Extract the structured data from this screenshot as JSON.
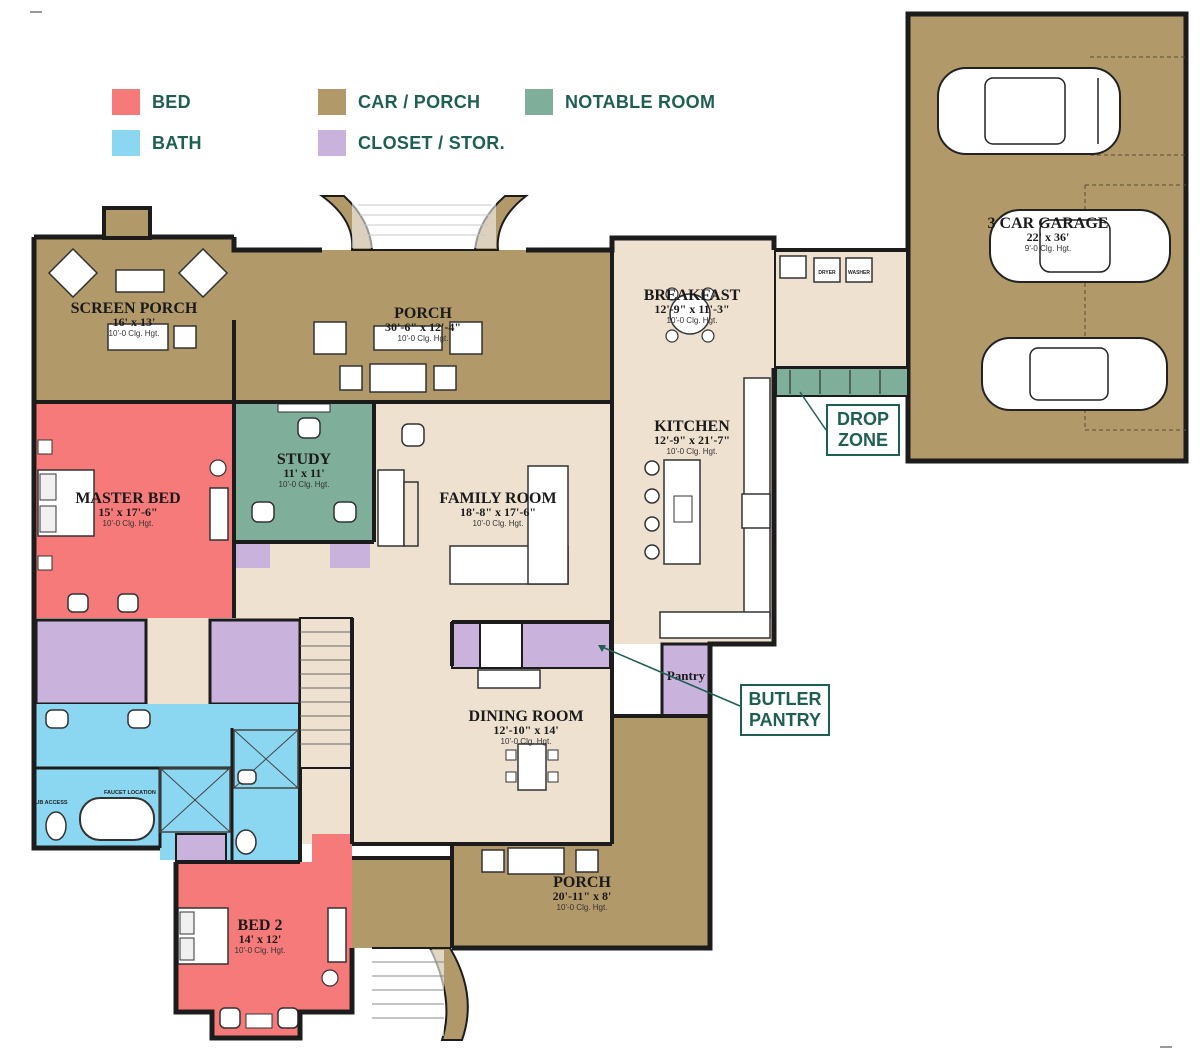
{
  "legend": [
    {
      "label": "BED",
      "color": "#f77a7a"
    },
    {
      "label": "BATH",
      "color": "#8bd7f1"
    },
    {
      "label": "CAR / PORCH",
      "color": "#b2996a"
    },
    {
      "label": "CLOSET / STOR.",
      "color": "#c9b2dc"
    },
    {
      "label": "NOTABLE ROOM",
      "color": "#7fae9a"
    }
  ],
  "colors": {
    "living": "#efe1d0",
    "wall": "#1c1c1c",
    "callout": "#1f5f53"
  },
  "rooms": {
    "screen_porch": {
      "name": "SCREEN PORCH",
      "dim": "16' x 13'",
      "hgt": "10'-0 Clg. Hgt."
    },
    "porch_rear": {
      "name": "PORCH",
      "dim": "30'-6\" x 12'-4\"",
      "hgt": "10'-0 Clg. Hgt."
    },
    "breakfast": {
      "name": "BREAKFAST",
      "dim": "12'-9\" x 11'-3\"",
      "hgt": "10'-0 Clg. Hgt."
    },
    "garage": {
      "name": "3 CAR GARAGE",
      "dim": "22' x 36'",
      "hgt": "9'-0 Clg. Hgt."
    },
    "kitchen": {
      "name": "KITCHEN",
      "dim": "12'-9\" x 21'-7\"",
      "hgt": "10'-0 Clg. Hgt."
    },
    "master_bed": {
      "name": "MASTER BED",
      "dim": "15' x 17'-6\"",
      "hgt": "10'-0 Clg. Hgt."
    },
    "study": {
      "name": "STUDY",
      "dim": "11' x 11'",
      "hgt": "10'-0 Clg. Hgt."
    },
    "family_room": {
      "name": "FAMILY ROOM",
      "dim": "18'-8\" x 17'-6\"",
      "hgt": "10'-0 Clg. Hgt."
    },
    "dining_room": {
      "name": "DINING ROOM",
      "dim": "12'-10\" x 14'",
      "hgt": "10'-0 Clg. Hgt."
    },
    "pantry": {
      "name": "Pantry"
    },
    "porch_front": {
      "name": "PORCH",
      "dim": "20'-11\" x 8'",
      "hgt": "10'-0 Clg. Hgt."
    },
    "bed2": {
      "name": "BED 2",
      "dim": "14' x 12'",
      "hgt": "10'-0 Clg. Hgt."
    }
  },
  "callouts": {
    "drop_zone": "DROP\nZONE",
    "butler_pantry": "BUTLER\nPANTRY"
  },
  "small_labels": {
    "tub_access": "TUB ACCESS",
    "faucet": "FAUCET LOCATION",
    "dryer": "DRYER",
    "washer": "WASHER"
  }
}
